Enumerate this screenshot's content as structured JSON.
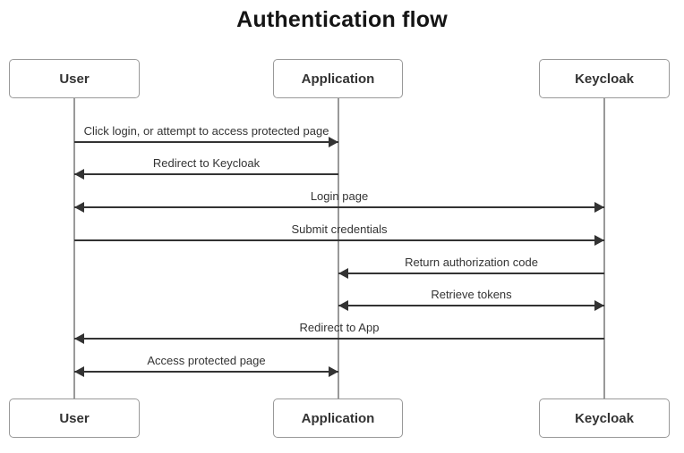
{
  "title": "Authentication flow",
  "actors": [
    {
      "id": "user",
      "label": "User"
    },
    {
      "id": "application",
      "label": "Application"
    },
    {
      "id": "keycloak",
      "label": "Keycloak"
    }
  ],
  "messages": [
    {
      "label": "Click login, or attempt to access protected page",
      "from": "User",
      "to": "Application",
      "arrow": "right",
      "line": "solid"
    },
    {
      "label": "Redirect to Keycloak",
      "from": "Application",
      "to": "User",
      "arrow": "left",
      "line": "solid"
    },
    {
      "label": "Login page",
      "from": "Keycloak",
      "to": "User",
      "arrow": "both",
      "line": "solid"
    },
    {
      "label": "Submit credentials",
      "from": "User",
      "to": "Keycloak",
      "arrow": "right",
      "line": "solid"
    },
    {
      "label": "Return authorization code",
      "from": "Keycloak",
      "to": "Application",
      "arrow": "left",
      "line": "solid"
    },
    {
      "label": "Retrieve tokens",
      "from": "Application",
      "to": "Keycloak",
      "arrow": "both",
      "line": "solid"
    },
    {
      "label": "Redirect to App",
      "from": "Keycloak",
      "to": "User",
      "arrow": "left",
      "line": "solid"
    },
    {
      "label": "Access protected page",
      "from": "User",
      "to": "Application",
      "arrow": "both",
      "line": "solid"
    }
  ],
  "colors": {
    "background": "#ffffff",
    "title": "#141414",
    "text": "#333333",
    "actor_fill": "#ffffff",
    "actor_border": "#999999",
    "lifeline": "#999999",
    "arrow": "#333333"
  }
}
